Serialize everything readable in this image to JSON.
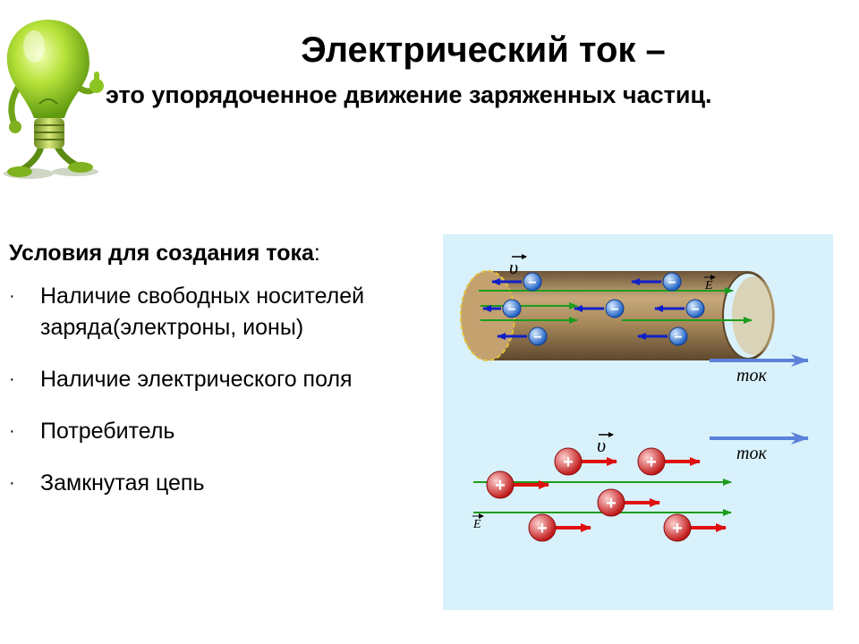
{
  "header": {
    "title": "Электрический ток –",
    "subtitle": "это упорядоченное движение заряженных частиц."
  },
  "conditions": {
    "heading": "Условия для создания тока",
    "heading_suffix": ":",
    "bullet_glyph": "·",
    "items": [
      "Наличие свободных носителей заряда(электроны, ионы)",
      "Наличие электрического поля",
      "Потребитель",
      "Замкнутая цепь"
    ]
  },
  "illustration": {
    "velocity_label": "υ",
    "field_label": "E",
    "current_label": "ток",
    "electron_sign": "−",
    "ion_sign": "+",
    "colors": {
      "panel_bg": "#d9f1fb",
      "cylinder": "#9b7d52",
      "field_arrow": "#1c9c1c",
      "electron": "#1d5fc2",
      "velocity_arrow": "#1020c8",
      "ion": "#d91f1f",
      "ion_arrow": "#e01010",
      "current_arrow": "#5b82d9"
    }
  }
}
